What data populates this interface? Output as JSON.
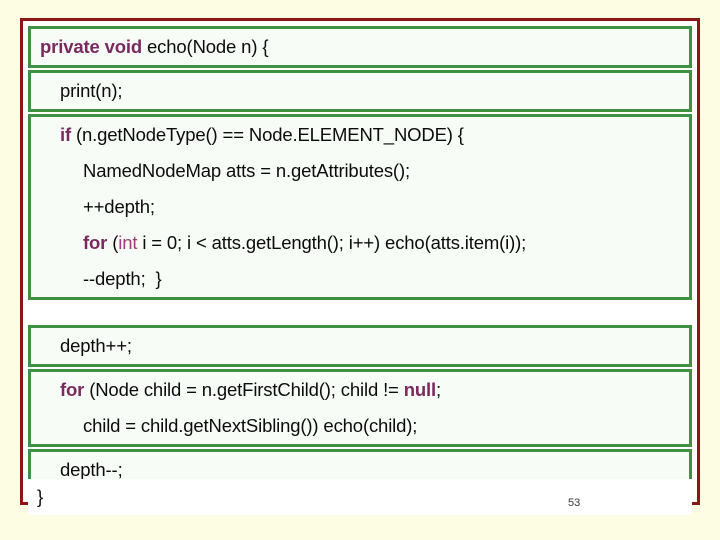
{
  "slide": {
    "page_number": "53",
    "colors": {
      "page_background": "#fdfde4",
      "frame_border": "#8e1515",
      "frame_fill": "#ffffff",
      "code_box_border": "#3e9142",
      "code_box_fill": "#f7fcf7",
      "keyword": "#7a2a5e",
      "keyword_light": "#9c3f7a",
      "code_text": "#0c0c0c"
    }
  },
  "code_blocks": [
    {
      "id": "block-top",
      "boxes": [
        {
          "id": "box-signature",
          "lines": [
            {
              "id": "line-signature",
              "indent": 0,
              "segments": [
                {
                  "text": "private void",
                  "style": "keyword"
                },
                {
                  "text": " echo(Node n) {",
                  "style": "plain"
                }
              ],
              "plain_text": "private void echo(Node n) {"
            }
          ]
        },
        {
          "id": "box-print",
          "lines": [
            {
              "id": "line-print",
              "indent": 1,
              "segments": [
                {
                  "text": "print(n);",
                  "style": "plain"
                }
              ],
              "plain_text": "print(n);"
            }
          ]
        },
        {
          "id": "box-if-body",
          "lines": [
            {
              "id": "line-if",
              "indent": 1,
              "segments": [
                {
                  "text": "if",
                  "style": "keyword"
                },
                {
                  "text": " (n.getNodeType() == Node.ELEMENT_NODE) {",
                  "style": "plain"
                }
              ],
              "plain_text": "if (n.getNodeType() == Node.ELEMENT_NODE) {"
            },
            {
              "id": "line-namednodemap",
              "indent": 2,
              "segments": [
                {
                  "text": "NamedNodeMap atts = n.getAttributes();",
                  "style": "plain"
                }
              ],
              "plain_text": "NamedNodeMap atts = n.getAttributes();"
            },
            {
              "id": "line-predepth",
              "indent": 2,
              "segments": [
                {
                  "text": "++depth;",
                  "style": "plain"
                }
              ],
              "plain_text": "++depth;"
            },
            {
              "id": "line-for-atts",
              "indent": 2,
              "segments": [
                {
                  "text": "for",
                  "style": "keyword"
                },
                {
                  "text": " (",
                  "style": "plain"
                },
                {
                  "text": "int",
                  "style": "keyword-light"
                },
                {
                  "text": " i = 0; i < atts.getLength(); i++) echo(atts.item(i));",
                  "style": "plain"
                }
              ],
              "plain_text": "for (int i = 0; i < atts.getLength(); i++) echo(atts.item(i));"
            },
            {
              "id": "line-postdepth",
              "indent": 2,
              "segments": [
                {
                  "text": "--depth;  }",
                  "style": "plain"
                }
              ],
              "plain_text": "--depth;  }"
            }
          ]
        }
      ]
    },
    {
      "id": "block-bottom",
      "boxes": [
        {
          "id": "box-depth-inc",
          "lines": [
            {
              "id": "line-depth-inc",
              "indent": 1,
              "segments": [
                {
                  "text": "depth++;",
                  "style": "plain"
                }
              ],
              "plain_text": "depth++;"
            }
          ]
        },
        {
          "id": "box-for-child",
          "lines": [
            {
              "id": "line-for-child",
              "indent": 1,
              "segments": [
                {
                  "text": "for",
                  "style": "keyword"
                },
                {
                  "text": " (Node child = n.getFirstChild(); child != ",
                  "style": "plain"
                },
                {
                  "text": "null",
                  "style": "keyword"
                },
                {
                  "text": ";",
                  "style": "plain"
                }
              ],
              "plain_text": "for (Node child = n.getFirstChild(); child != null;"
            },
            {
              "id": "line-child-sibling",
              "indent": 2,
              "segments": [
                {
                  "text": "child = child.getNextSibling()) echo(child);",
                  "style": "plain"
                }
              ],
              "plain_text": "child = child.getNextSibling()) echo(child);"
            }
          ]
        },
        {
          "id": "box-depth-dec",
          "lines": [
            {
              "id": "line-depth-dec",
              "indent": 1,
              "segments": [
                {
                  "text": "depth--;",
                  "style": "plain"
                }
              ],
              "plain_text": "depth--;"
            }
          ]
        }
      ]
    }
  ],
  "closing_brace": {
    "id": "line-closing-brace",
    "indent": 0,
    "plain_text": "}"
  }
}
